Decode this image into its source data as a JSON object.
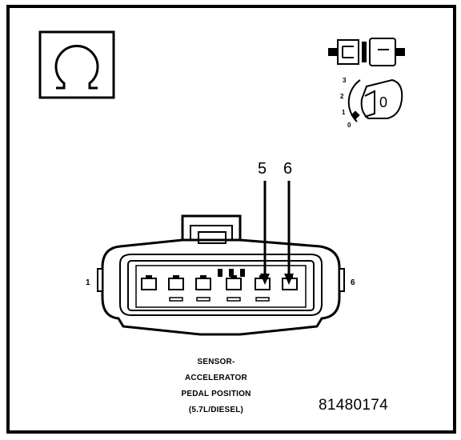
{
  "meter_symbol": "ohm-icon",
  "ignition_positions": [
    "3",
    "2",
    "1",
    "0"
  ],
  "key_label": "0",
  "callouts": [
    "5",
    "6"
  ],
  "pin_end_labels": {
    "left": "1",
    "right": "6"
  },
  "caption": [
    "SENSOR-",
    "ACCELERATOR",
    "PEDAL POSITION",
    "(5.7L/DIESEL)"
  ],
  "figure_number": "81480174"
}
